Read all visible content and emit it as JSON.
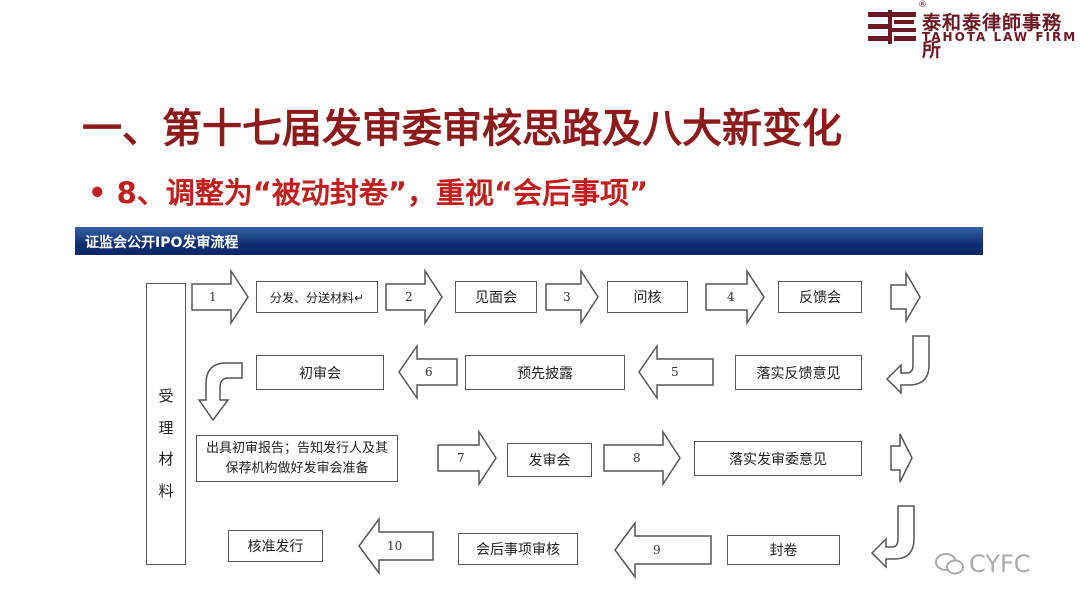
{
  "logo": {
    "cn": "泰和泰律師事務所",
    "en": "TAHOTA LAW FIRM",
    "registered": "®"
  },
  "title": "一、第十七届发审委审核思路及八大新变化",
  "bullet": "• 8、调整为“被动封卷”，重视“会后事项”",
  "diagram": {
    "header": "证监会公开IPO发审流程",
    "side_box": [
      "受",
      "理",
      "材",
      "料"
    ],
    "steps": {
      "distribute": "分发、分送材料↵",
      "meeting": "见面会",
      "verification": "问核",
      "feedback_meeting": "反馈会",
      "implement_feedback": "落实反馈意见",
      "pre_disclosure": "预先披露",
      "preliminary_review": "初审会",
      "report": "出具初审报告；告知发行人及其保荐机构做好发审会准备",
      "review_meeting": "发审会",
      "implement_committee": "落实发审委意见",
      "seal": "封卷",
      "post_matters": "会后事项审核",
      "approval": "核准发行"
    },
    "arrow_labels": [
      "1",
      "2",
      "3",
      "4",
      "5",
      "6",
      "7",
      "8",
      "9",
      "10"
    ]
  },
  "watermark": "CYFC"
}
